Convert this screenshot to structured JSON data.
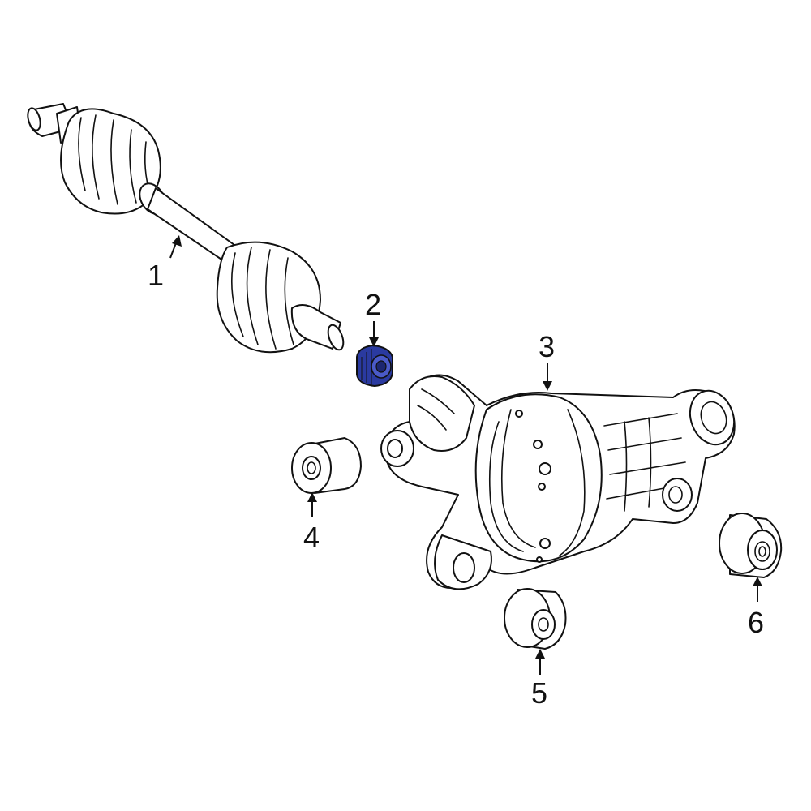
{
  "callouts": [
    {
      "id": "1",
      "label": "1"
    },
    {
      "id": "2",
      "label": "2"
    },
    {
      "id": "3",
      "label": "3"
    },
    {
      "id": "4",
      "label": "4"
    },
    {
      "id": "5",
      "label": "5"
    },
    {
      "id": "6",
      "label": "6"
    }
  ],
  "colors": {
    "highlight": "#2a3aa0",
    "line": "#111111",
    "background": "#ffffff"
  }
}
